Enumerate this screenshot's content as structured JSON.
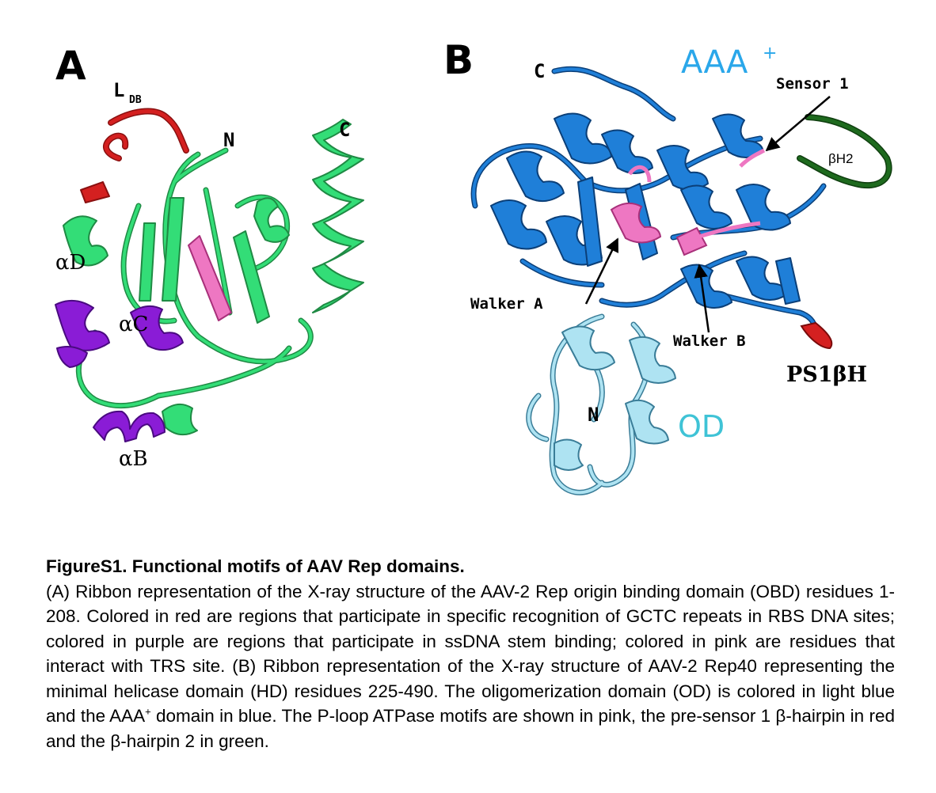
{
  "panels": {
    "a": {
      "letter": "A",
      "labels": {
        "ldb_main": "L",
        "ldb_sub": "DB",
        "n_term": "N",
        "c_term": "C",
        "alpha_d": "αD",
        "alpha_c": "αC",
        "alpha_b": "αB"
      }
    },
    "b": {
      "letter": "B",
      "labels": {
        "c_term": "C",
        "n_term": "N",
        "aaa_main": "AAA",
        "aaa_sup": "+",
        "sensor1": "Sensor 1",
        "beta_h2": "βH2",
        "walker_a": "Walker A",
        "walker_b": "Walker B",
        "ps1bh": "PS1βH",
        "od": "OD"
      }
    }
  },
  "colors": {
    "green": "#33dd77",
    "dark_green": "#1f8a44",
    "red": "#d42020",
    "purple": "#8a1cd6",
    "pink": "#ee77c2",
    "blue": "#1f7fd8",
    "dark_blue": "#0b3f78",
    "light_blue": "#aee3f2",
    "light_blue_edge": "#3a7d98",
    "hairpin2_green": "#1e6a1e",
    "aaa_text": "#2aa7ea",
    "od_text": "#3fc3d6"
  },
  "caption": {
    "title": "FigureS1. Functional motifs of AAV Rep domains.",
    "p1": "(A) Ribbon representation of the X-ray structure of the AAV-2 Rep origin binding domain (OBD) residues 1-208. Colored in red are regions that participate in specific recognition of GCTC repeats in RBS DNA sites; colored in purple are regions that participate in ssDNA stem binding; colored in pink are residues that interact with TRS site. (B) Ribbon representation of the X-ray structure of AAV-2 Rep40 representing the minimal helicase domain (HD) residues 225-490. The oligomerization domain (OD) is colored in light blue and the AAA",
    "sup": "+",
    "p2": " domain in blue. The P-loop ATPase motifs are shown in pink, the pre-sensor 1 β-hairpin in red and the β-hairpin 2 in green."
  }
}
